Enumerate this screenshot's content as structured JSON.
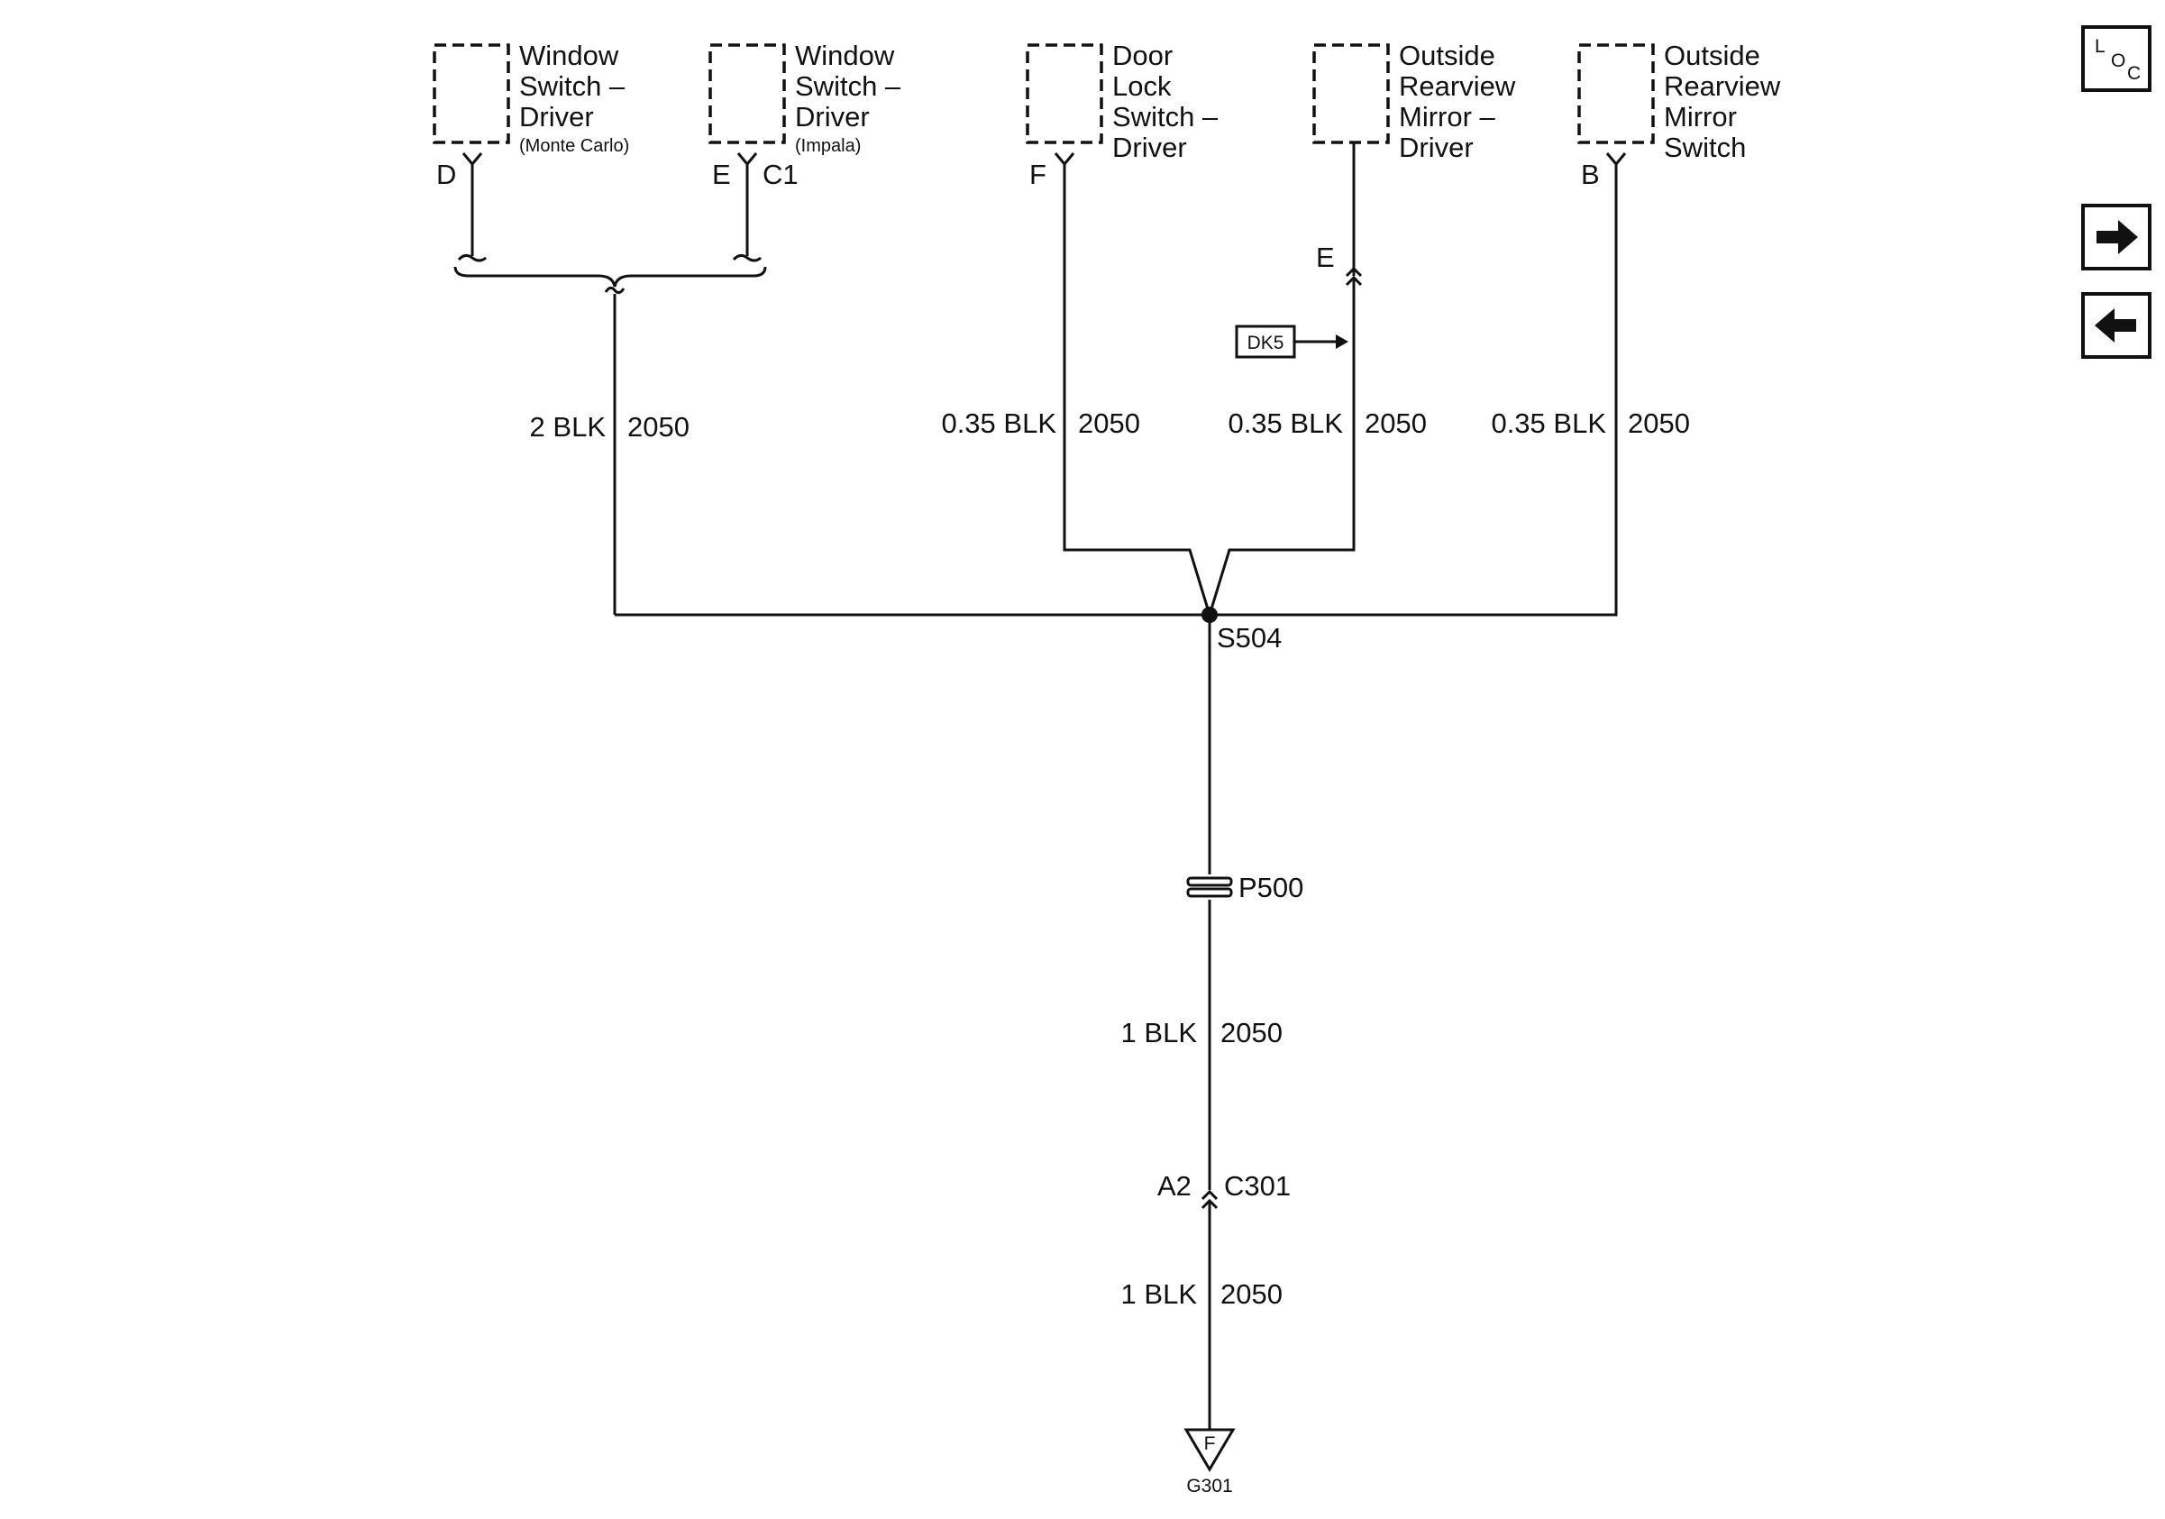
{
  "components": {
    "window_switch_mc": {
      "lines": [
        "Window",
        "Switch –",
        "Driver"
      ],
      "note": "(Monte Carlo)",
      "pin": "D"
    },
    "window_switch_impala": {
      "lines": [
        "Window",
        "Switch –",
        "Driver"
      ],
      "note": "(Impala)",
      "pin": "E",
      "connector": "C1"
    },
    "door_lock_switch": {
      "lines": [
        "Door",
        "Lock",
        "Switch –",
        "Driver"
      ],
      "pin": "F"
    },
    "mirror_driver": {
      "lines": [
        "Outside",
        "Rearview",
        "Mirror –",
        "Driver"
      ],
      "pin": "E"
    },
    "mirror_switch": {
      "lines": [
        "Outside",
        "Rearview",
        "Mirror",
        "Switch"
      ],
      "pin": "B"
    }
  },
  "wires": {
    "window_branch": {
      "gauge": "2 BLK",
      "circuit": "2050"
    },
    "door_lock": {
      "gauge": "0.35 BLK",
      "circuit": "2050"
    },
    "mirror_driver": {
      "gauge": "0.35 BLK",
      "circuit": "2050"
    },
    "mirror_switch": {
      "gauge": "0.35 BLK",
      "circuit": "2050"
    },
    "splice_to_c301": {
      "gauge": "1 BLK",
      "circuit": "2050"
    },
    "c301_to_ground": {
      "gauge": "1 BLK",
      "circuit": "2050"
    }
  },
  "refs": {
    "dk5": "DK5",
    "splice": "S504",
    "pass_through": "P500",
    "c301_pin": "A2",
    "c301": "C301",
    "ground_letter": "F",
    "ground": "G301"
  },
  "nav": {
    "loc_letters": [
      "L",
      "O",
      "C"
    ],
    "forward_icon": "arrow-right-icon",
    "back_icon": "arrow-left-icon"
  }
}
